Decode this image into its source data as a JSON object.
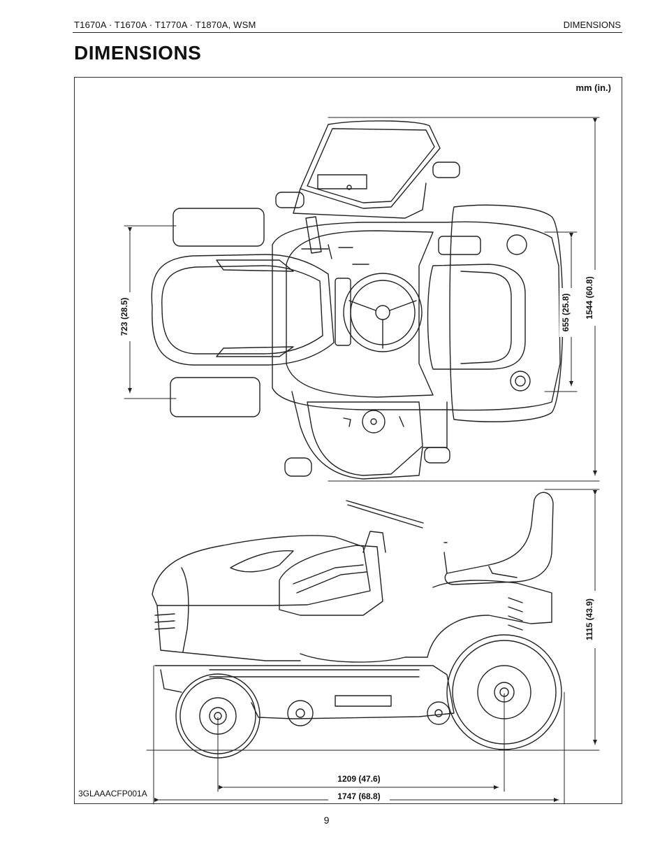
{
  "header": {
    "models": "T1670A · T1670A · T1770A · T1870A, WSM",
    "section": "DIMENSIONS"
  },
  "title": "DIMENSIONS",
  "unit_label": "mm (in.)",
  "dimensions": {
    "tread_front": "723 (28.5)",
    "tread_rear": "655 (25.8)",
    "overall_width": "1544 (60.8)",
    "overall_height": "1115 (43.9)",
    "wheelbase": "1209 (47.6)",
    "overall_length": "1747 (68.8)"
  },
  "figure_code": "3GLAAACFP001A",
  "page_number": "9"
}
